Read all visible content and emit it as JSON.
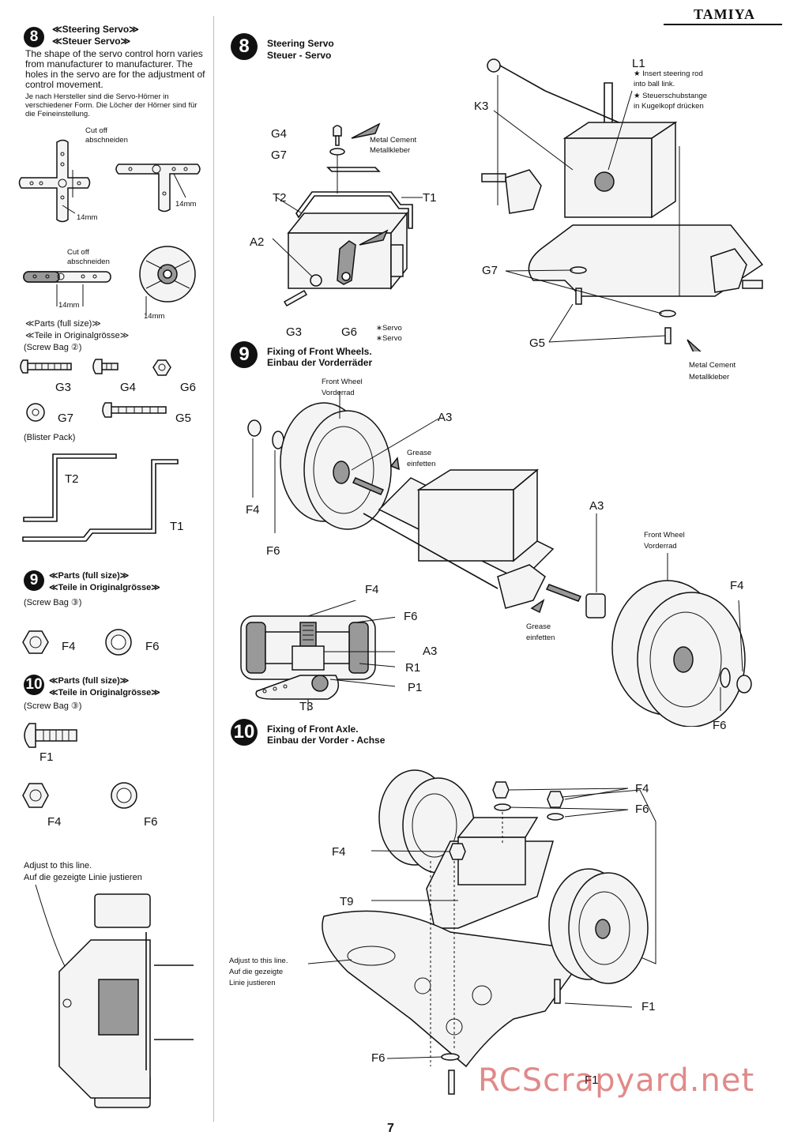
{
  "header": {
    "brand": "TAMIYA",
    "page_number": "7",
    "watermark": "RCScrapyard.net"
  },
  "left": {
    "step8": {
      "num": "8",
      "title_en": "≪Steering Servo≫",
      "title_de": "≪Steuer Servo≫",
      "text_en": "The shape of the servo control horn varies from manufacturer to manufacturer. The holes in the servo are for the adjustment of control movement.",
      "text_de": "Je nach Hersteller sind die Servo-Hörner in verschiedener Form. Die Löcher der Hörner sind für die Feineinstellung.",
      "cut_en": "Cut off",
      "cut_de": "abschneiden",
      "dim": "14mm",
      "parts_en": "≪Parts (full size)≫",
      "parts_de": "≪Teile in Originalgrösse≫",
      "bag": "(Screw Bag ②)",
      "labels": {
        "g3": "G3",
        "g4": "G4",
        "g6": "G6",
        "g7": "G7",
        "g5": "G5"
      },
      "blister": "(Blister Pack)",
      "t2": "T2",
      "t1": "T1"
    },
    "step9": {
      "num": "9",
      "parts_en": "≪Parts (full size)≫",
      "parts_de": "≪Teile in Originalgrösse≫",
      "bag": "(Screw Bag ③)",
      "f4": "F4",
      "f6": "F6"
    },
    "step10": {
      "num": "10",
      "parts_en": "≪Parts (full size)≫",
      "parts_de": "≪Teile in Originalgrösse≫",
      "bag": "(Screw Bag ③)",
      "f1": "F1",
      "f4": "F4",
      "f6": "F6"
    },
    "adjust_en": "Adjust to this line.",
    "adjust_de": "Auf die gezeigte Linie justieren"
  },
  "right": {
    "step8": {
      "num": "8",
      "title_en": "Steering Servo",
      "title_de": "Steuer - Servo",
      "labels": {
        "g4": "G4",
        "g7": "G7",
        "t2": "T2",
        "t1": "T1",
        "a2": "A2",
        "g3": "G3",
        "g6": "G6",
        "k3": "K3",
        "l1": "L1",
        "g7b": "G7",
        "g5": "G5"
      },
      "metal_cement_en": "Metal Cement",
      "metal_cement_de": "Metallkleber",
      "servo_en": "∗Servo",
      "servo_de": "∗Servo",
      "l1_note_en_1": "★ Insert steering rod",
      "l1_note_en_2": "into ball link.",
      "l1_note_de_1": "★ Steuerschubstange",
      "l1_note_de_2": "in Kugelkopf drücken"
    },
    "step9": {
      "num": "9",
      "title_en": "Fixing of Front Wheels.",
      "title_de": "Einbau der Vorderräder",
      "front_wheel_en": "Front Wheel",
      "front_wheel_de": "Vorderrad",
      "grease_en": "Grease",
      "grease_de": "einfetten",
      "labels": {
        "a3": "A3",
        "f4": "F4",
        "f6": "F6",
        "r1": "R1",
        "p1": "P1",
        "t3": "T3"
      }
    },
    "step10": {
      "num": "10",
      "title_en": "Fixing of Front Axle.",
      "title_de": "Einbau der Vorder - Achse",
      "labels": {
        "f4": "F4",
        "f6": "F6",
        "t9": "T9",
        "f1": "F1"
      },
      "adjust_en": "Adjust to this line.",
      "adjust_de_1": "Auf die gezeigte",
      "adjust_de_2": "Linie justieren"
    }
  }
}
